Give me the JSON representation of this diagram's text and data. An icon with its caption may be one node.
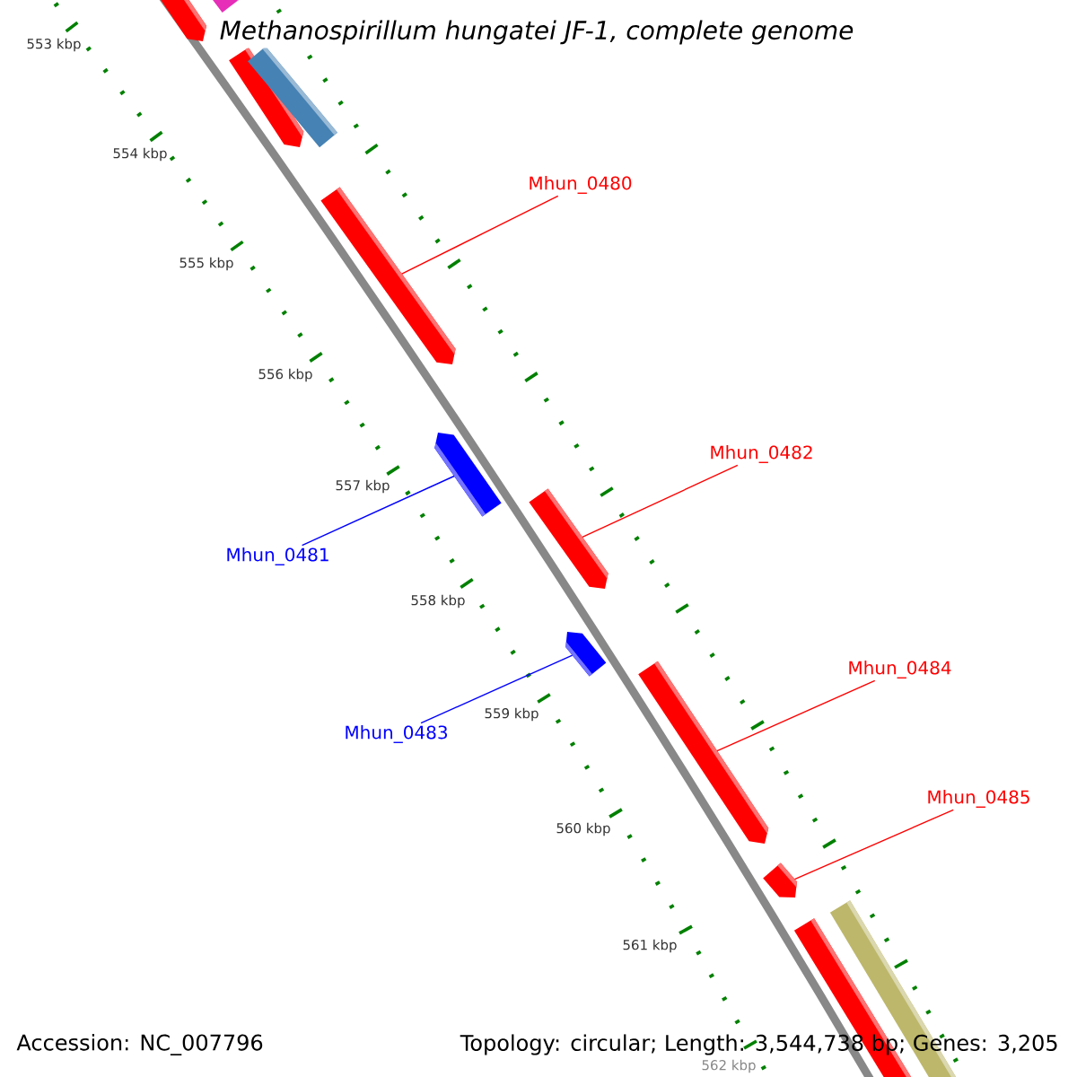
{
  "diagram": {
    "title": "Methanospirillum hungatei JF-1, complete genome",
    "nodes": [
      {
        "text": [
          "Mhun_0480"
        ]
      },
      {
        "text": [
          "Mhun_0482"
        ]
      },
      {
        "text": [
          "Mhun_0481"
        ]
      },
      {
        "text": [
          "Mhun_0484"
        ]
      },
      {
        "text": [
          "Mhun_0483"
        ]
      },
      {
        "text": [
          "Mhun_0485"
        ]
      },
      {
        "text": [],
        "shape": "pentagon"
      },
      {
        "text": [],
        "shape": "bar"
      },
      {
        "text": [],
        "shape": "pentagon"
      },
      {
        "text": [],
        "shape": "bar"
      },
      {
        "text": [],
        "shape": "pentagon"
      },
      {
        "text": [],
        "shape": "pentagon"
      },
      {
        "text": [],
        "shape": "pentagon"
      },
      {
        "text": [],
        "shape": "pentagon"
      },
      {
        "text": [],
        "shape": "pentagon"
      },
      {
        "text": [],
        "shape": "pentagon"
      },
      {
        "text": [],
        "shape": "bar"
      },
      {
        "text": [],
        "shape": "bar"
      }
    ],
    "edges": [
      {
        "from": 0,
        "to": 10,
        "arrow": "none"
      },
      {
        "from": 1,
        "to": 12,
        "arrow": "none"
      },
      {
        "from": 2,
        "to": 11,
        "arrow": "none",
        "color": "#0000ff"
      },
      {
        "from": 3,
        "to": 14,
        "arrow": "none"
      },
      {
        "from": 4,
        "to": 13,
        "arrow": "none",
        "color": "#0000ff"
      },
      {
        "from": 5,
        "to": 15,
        "arrow": "none"
      }
    ],
    "labels": [
      "553 kbp",
      "554 kbp",
      "555 kbp",
      "556 kbp",
      "557 kbp",
      "558 kbp",
      "559 kbp",
      "560 kbp",
      "561 kbp",
      "562 kbp",
      "Accession: NC_007796",
      "Topology: circular; Length: 3,544,738 bp; Genes: 3,205"
    ]
  }
}
